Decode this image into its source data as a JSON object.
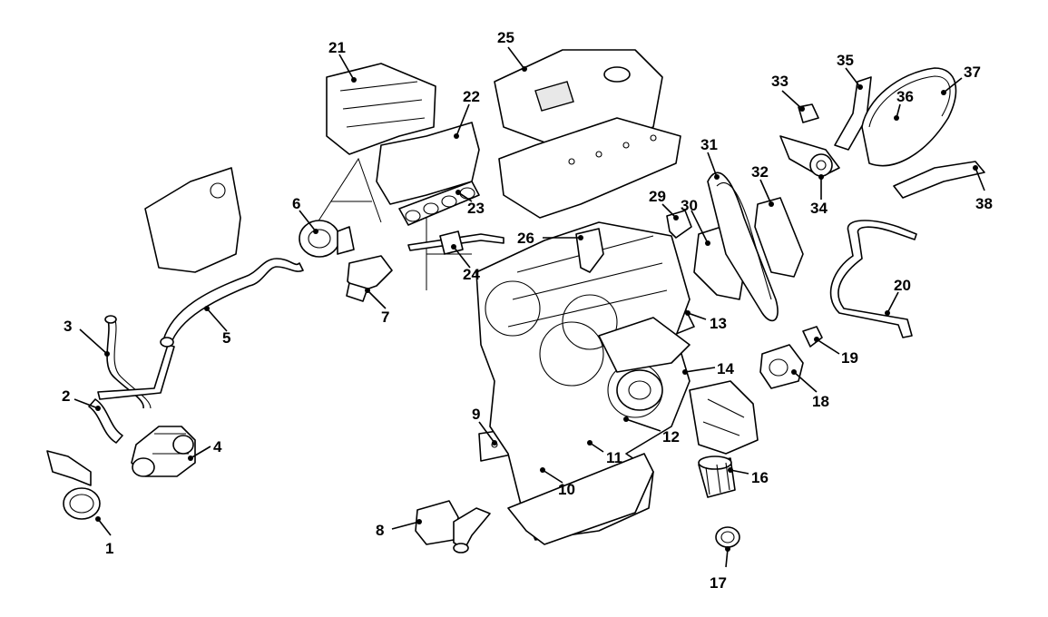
{
  "diagram": {
    "callouts": [
      {
        "id": "c1",
        "text": "1"
      },
      {
        "id": "c2",
        "text": "2"
      },
      {
        "id": "c3",
        "text": "3"
      },
      {
        "id": "c4",
        "text": "4"
      },
      {
        "id": "c5",
        "text": "5"
      },
      {
        "id": "c6",
        "text": "6"
      },
      {
        "id": "c7",
        "text": "7"
      },
      {
        "id": "c8",
        "text": "8"
      },
      {
        "id": "c9",
        "text": "9"
      },
      {
        "id": "c10",
        "text": "10"
      },
      {
        "id": "c11",
        "text": "11"
      },
      {
        "id": "c12",
        "text": "12"
      },
      {
        "id": "c13",
        "text": "13"
      },
      {
        "id": "c14",
        "text": "14"
      },
      {
        "id": "c16",
        "text": "16"
      },
      {
        "id": "c17",
        "text": "17"
      },
      {
        "id": "c18",
        "text": "18"
      },
      {
        "id": "c19",
        "text": "19"
      },
      {
        "id": "c20",
        "text": "20"
      },
      {
        "id": "c21",
        "text": "21"
      },
      {
        "id": "c22",
        "text": "22"
      },
      {
        "id": "c23",
        "text": "23"
      },
      {
        "id": "c24",
        "text": "24"
      },
      {
        "id": "c25",
        "text": "25"
      },
      {
        "id": "c26",
        "text": "26"
      },
      {
        "id": "c29",
        "text": "29"
      },
      {
        "id": "c30",
        "text": "30"
      },
      {
        "id": "c31",
        "text": "31"
      },
      {
        "id": "c32",
        "text": "32"
      },
      {
        "id": "c33",
        "text": "33"
      },
      {
        "id": "c34",
        "text": "34"
      },
      {
        "id": "c35",
        "text": "35"
      },
      {
        "id": "c36",
        "text": "36"
      },
      {
        "id": "c37",
        "text": "37"
      },
      {
        "id": "c38",
        "text": "38"
      }
    ]
  }
}
